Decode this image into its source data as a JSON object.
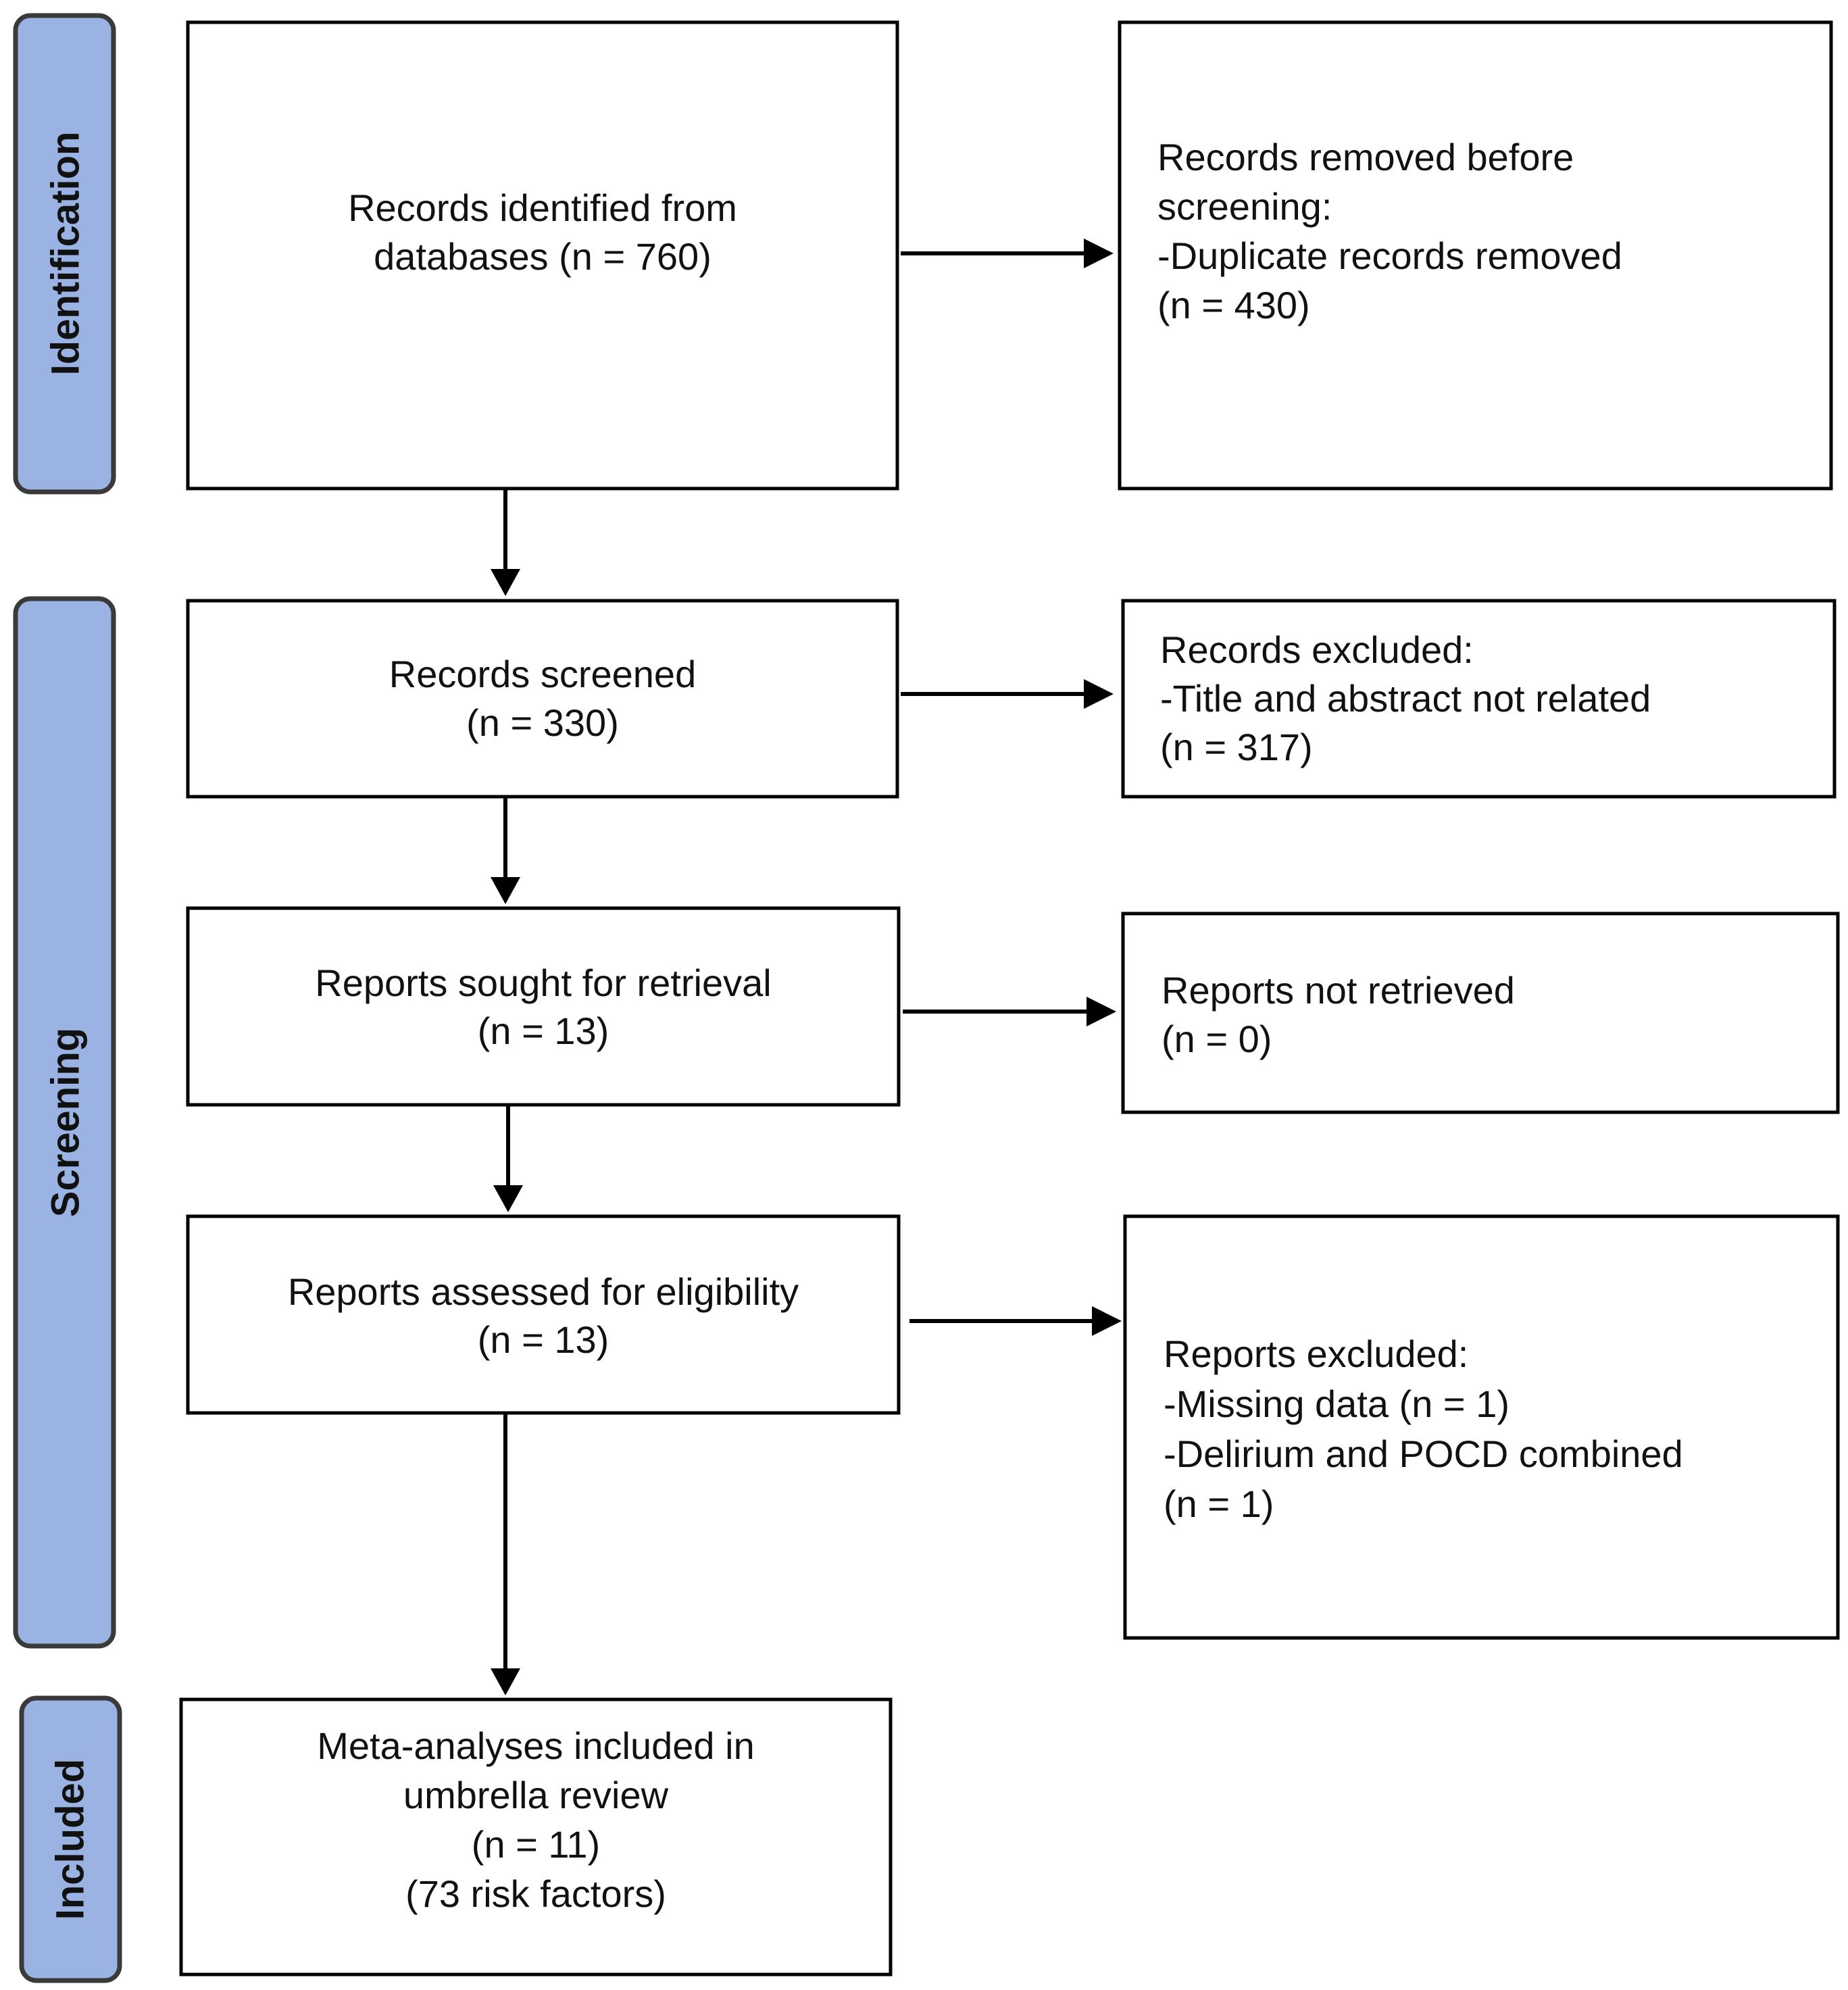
{
  "stages": {
    "identification": "Identification",
    "screening": "Screening",
    "included": "Included"
  },
  "boxes": {
    "identified": [
      "Records identified from",
      "databases (n = 760)"
    ],
    "removed": [
      "Records removed before",
      "screening:",
      "-Duplicate records removed",
      "(n = 430)"
    ],
    "screened": [
      "Records screened",
      "(n = 330)"
    ],
    "excluded_records": [
      "Records excluded:",
      "-Title and abstract not related",
      "(n = 317)"
    ],
    "sought": [
      "Reports sought for retrieval",
      "(n = 13)"
    ],
    "not_retrieved": [
      "Reports not retrieved",
      "(n = 0)"
    ],
    "assessed": [
      "Reports assessed for eligibility",
      "(n = 13)"
    ],
    "excluded_reports": [
      "Reports excluded:",
      "-Missing data (n = 1)",
      "-Delirium and POCD combined",
      "(n = 1)"
    ],
    "included": [
      "Meta-analyses included in",
      "umbrella review",
      "(n = 11)",
      "(73 risk factors)"
    ]
  },
  "colors": {
    "stage_fill": "#9bb3e3",
    "stage_border": "#3a3a3a",
    "box_border": "#000000",
    "text": "#111111"
  }
}
